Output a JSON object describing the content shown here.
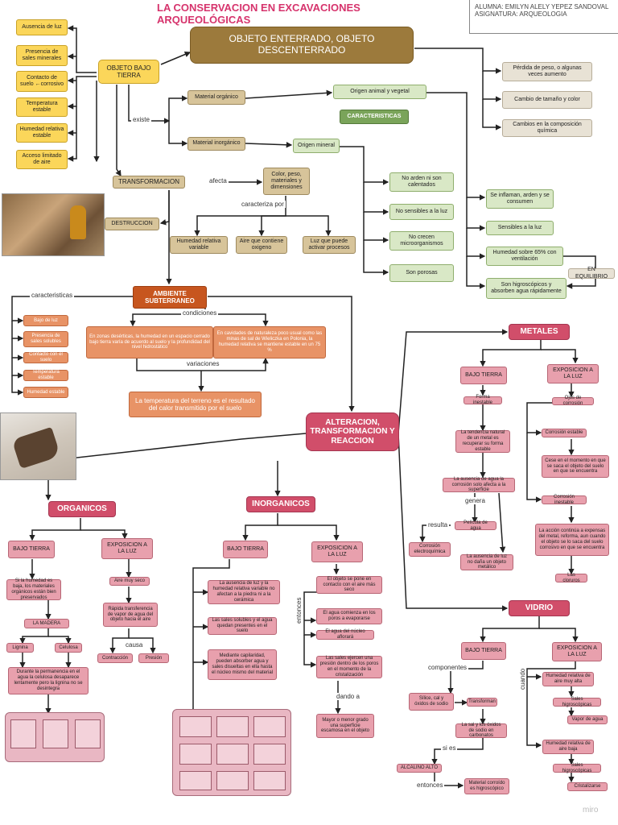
{
  "title": "LA CONSERVACION EN EXCAVACIONES ARQUEOLÓGICAS",
  "student": "ALUMNA: EMILYN ALELY YEPEZ SANDOVAL",
  "subject": "ASIGNATURA: ARQUEOLOGIA",
  "watermark": "miro",
  "left_factors": [
    "Ausencia de luz",
    "Presencia de sales minerales",
    "Contacto de suelo ←corrosivo",
    "Temperatura estable",
    "Humedad relativa estable",
    "Acceso limitado de aire"
  ],
  "objeto_bajo_tierra": "OBJETO BAJO TIERRA",
  "main_title_box": "OBJETO ENTERRADO, OBJETO DESCENTERRADO",
  "right_effects": [
    "Pérdida de peso, o algunas veces aumento",
    "Cambio de tamaño y color",
    "Cambios en la composición química"
  ],
  "existe": "existe",
  "material_organico": "Material orgánico",
  "origen_animal": "Origen animal y vegetal",
  "caracteristicas": "CARACTERISTICAS",
  "material_inorganico": "Material inorgánico",
  "origen_mineral": "Origen mineral",
  "transformacion": "TRANSFORMACION",
  "afecta": "afecta",
  "color_peso": "Color, peso, materiales y dimensiones",
  "destruccion": "DESTRUCCION",
  "caracteriza_por": "caracteriza por",
  "causes": [
    "Humedad relativa variable",
    "Aire que contiene oxigeno",
    "Luz que puede activar procesos"
  ],
  "mineral_props": [
    "No arden ni son calentados",
    "No sensibles a la luz",
    "No crecen microorganismos",
    "Son porosas"
  ],
  "organic_props": [
    "Se inflaman, arden y se consumen",
    "Sensibles a la luz",
    "Humedad sobre 65% con ventilación",
    "Son higroscópicos y absorben agua rápidamente"
  ],
  "en_equilibrio": "EN EQUILIBRIO",
  "ambiente": "AMBIENTE SUBTERRANEO",
  "caracteristicas_label": "caracteristicas",
  "amb_list": [
    "Bajo de luz",
    "Presencia de sales solubles",
    "Contacto con el suelo",
    "Temperatura estable",
    "Humedad estable"
  ],
  "condiciones": "condiciones",
  "cond1": "En zonas desérticas, la humedad en un espacio cerrado bajo tierra varía de acuerdo al suelo y la profundidad del nivel hidrostático",
  "cond2": "En cavidades de naturaleza poco usual como las minas de sal de Wieliczka en Polonia, la humedad relativa se mantiene estable en un 75 %",
  "variaciones": "variaciones",
  "temperatura": "La temperatura del terreno es el resultado del calor transmitido por el suelo",
  "alteracion": "ALTERACION, TRANSFORMACION Y REACCION",
  "metales": "METALES",
  "met_bajo": "BAJO TIERRA",
  "met_expo": "EXPOSICION A LA LUZ",
  "met_b_nodes": [
    "Forma inestable",
    "La tendencia natural de un metal es recuperar su forma estable",
    "La ausencia de agua la corrosión solo afecta a la superficie",
    "Película de agua",
    "Corrosión electroquímica",
    "La ausencia de luz no daña un objeto metálico"
  ],
  "genera": "genera",
  "resulta": "resulta",
  "met_e_nodes": [
    "Ojos de corrosión",
    "Corrosión estable",
    "Cese en el momento en que se saca el objeto del suelo en que se encuentra",
    "Corrosión inestable",
    "La acción continúa a expensas del metal, reforma, aun cuando el objeto se lo saca del suelo corrosivo en que se encuentra",
    "Las cloruros"
  ],
  "vidrio": "VIDRIO",
  "vid_bajo": "BAJO TIERRA",
  "vid_expo": "EXPOSICION A LA LUZ",
  "componentes": "componentes",
  "vid_b_nodes": [
    "Sílice, cal y óxidos de sodio",
    "Transforman",
    "La sal y los óxidos de sodio en carbonatos",
    "ALCALINO ALTO",
    "Material corroído es higroscópico"
  ],
  "si_es": "si es",
  "entonces": "entonces",
  "cuando": "cuando",
  "vid_e_nodes": [
    "Humedad relativa de aire muy alta",
    "Sales higroscópicas",
    "Vapor de agua",
    "Humedad relativa de aire baja",
    "Sales higroscópicas",
    "Cristalizarse"
  ],
  "organicos": "ORGANICOS",
  "org_bajo": "BAJO TIERRA",
  "org_expo": "EXPOSICION A LA LUZ",
  "org_b_nodes": [
    "Si la humedad es baja, los materiales orgánicos están bien preservados",
    "LA MADERA",
    "Lignina",
    "Celulosa",
    "Durante la permanencia en el agua la celulosa desaparece lentamente pero la lignina no se desintegra"
  ],
  "org_e_nodes": [
    "Aire muy seco",
    "Rápida transferencia de vapor de agua del objeto hacia el aire",
    "Contracción",
    "Presión"
  ],
  "causa": "causa",
  "inorganicos": "INORGANICOS",
  "inorg_bajo": "BAJO TIERRA",
  "inorg_expo": "EXPOSICION A LA LUZ",
  "inorg_b_nodes": [
    "La ausencia de luz y la humedad relativa variable no afectan a la piedra ni a la cerámica",
    "Las sales solubles y el agua quedan presentes en el suelo",
    "Mediante capilaridad, pueden absorber agua y sales disueltas en ella hasta el núcleo mismo del material"
  ],
  "inorg_e_nodes": [
    "El objeto se pone en contacto con el aire más seco",
    "El agua comienza en los poros a evaporarse",
    "El agua del núcleo aflorará",
    "Las sales ejercen una presión dentro de los poros en el momento de la cristalización",
    "Mayor o menor grado una superficie escamosa en el objeto"
  ],
  "entonces_v": "entonces",
  "dando_a": "dando a",
  "colors": {
    "title": "#d6336c",
    "brown": "#9c7a3c",
    "pink_dark": "#d14e6a",
    "orange_dark": "#c7561f",
    "yellow": "#fbd65a"
  }
}
